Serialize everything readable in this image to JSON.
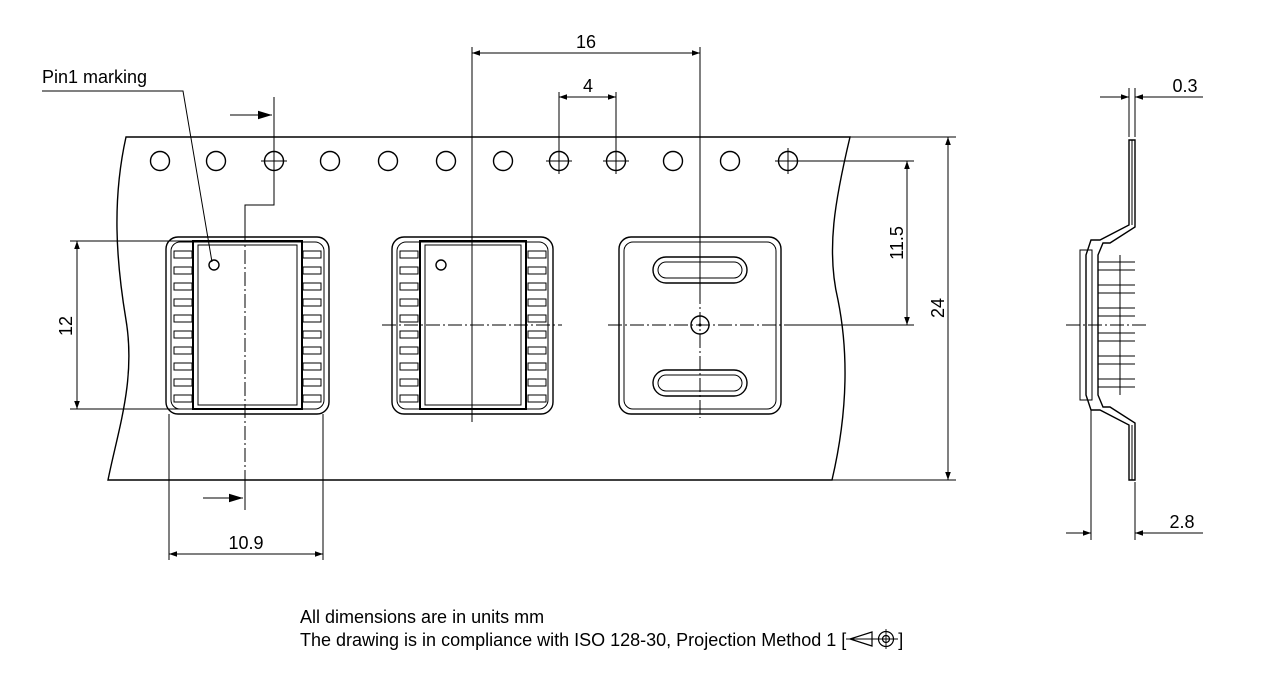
{
  "labels": {
    "pin1_marking": "Pin1 marking",
    "dim_pitch_16": "16",
    "dim_hole_pitch_4": "4",
    "dim_12": "12",
    "dim_11_5": "11.5",
    "dim_24": "24",
    "dim_10_9": "10.9",
    "dim_0_3": "0.3",
    "dim_2_8": "2.8"
  },
  "notes": {
    "line1": "All dimensions are in units mm",
    "line2_prefix": "The drawing is in compliance with ISO 128-30, Projection Method 1 [",
    "line2_suffix": "]"
  },
  "icons": {
    "projection_symbol": "first-angle-projection-icon"
  }
}
